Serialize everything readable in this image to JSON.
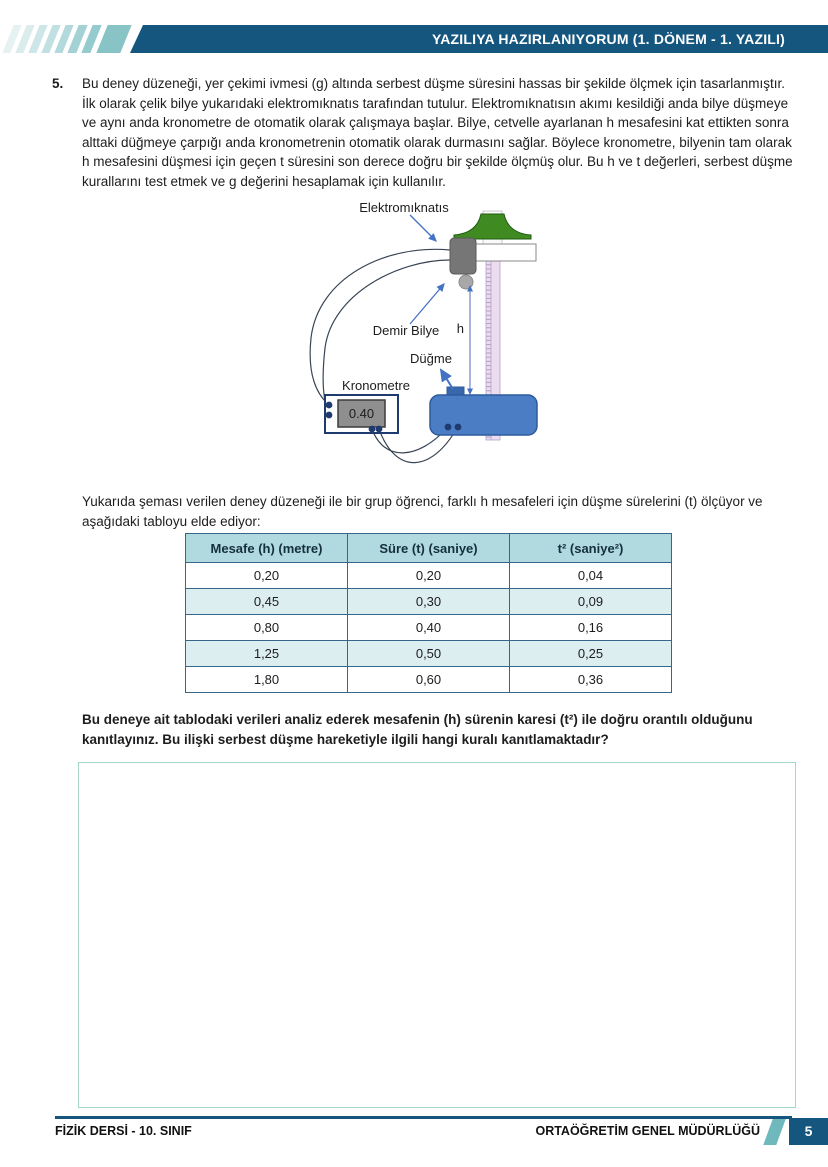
{
  "header": {
    "title": "YAZILIYA HAZIRLANIYORUM (1. DÖNEM - 1. YAZILI)"
  },
  "question": {
    "number": "5.",
    "text": "Bu deney düzeneği, yer çekimi ivmesi (g) altında serbest düşme süresini hassas bir şekilde ölçmek için tasarlanmıştır. İlk olarak çelik bilye yukarıdaki elektromıknatıs tarafından tutulur. Elektromıknatısın akımı kesildiği anda bilye düşmeye ve aynı anda kronometre de otomatik olarak çalışmaya başlar. Bilye, cetvelle ayarlanan h mesafesini kat ettikten sonra alttaki düğmeye çarpığı anda kronometrenin otomatik olarak durmasını sağlar. Böylece kronometre, bilyenin tam olarak h mesafesini düşmesi için geçen t süresini son derece doğru bir şekilde ölçmüş olur. Bu h ve t değerleri, serbest düşme kurallarını test etmek ve g değerini hesaplamak için kullanılır."
  },
  "diagram": {
    "labels": {
      "electromagnet": "Elektromıknatıs",
      "ball": "Demir Bilye",
      "button": "Düğme",
      "stopwatch": "Kronometre",
      "height": "h"
    },
    "stopwatch_reading": "0.40"
  },
  "intro_text": "Yukarıda şeması verilen deney düzeneği ile bir grup öğrenci, farklı h mesafeleri için düşme sürelerini (t) ölçüyor ve aşağıdaki tabloyu elde ediyor:",
  "table": {
    "headers": [
      "Mesafe (h) (metre)",
      "Süre (t) (saniye)",
      "t² (saniye²)"
    ],
    "rows": [
      [
        "0,20",
        "0,20",
        "0,04"
      ],
      [
        "0,45",
        "0,30",
        "0,09"
      ],
      [
        "0,80",
        "0,40",
        "0,16"
      ],
      [
        "1,25",
        "0,50",
        "0,25"
      ],
      [
        "1,80",
        "0,60",
        "0,36"
      ]
    ]
  },
  "task_text": "Bu deneye ait tablodaki verileri analiz ederek mesafenin (h) sürenin karesi (t²) ile doğru orantılı olduğunu kanıtlayınız. Bu ilişki serbest düşme hareketiyle ilgili hangi kuralı kanıtlamaktadır?",
  "footer": {
    "left": "FİZİK DERSİ - 10. SINIF",
    "right": "ORTAÖĞRETİM GENEL MÜDÜRLÜĞÜ",
    "page_number": "5"
  },
  "colors": {
    "header_blue": "#15567f",
    "stripe_teal": "#88c3c6",
    "table_header_bg": "#b0d9e0",
    "table_alt_row_bg": "#ddeef1",
    "table_border": "#34678a",
    "answer_box_border": "#a5d8c5",
    "base_blue": "#4a7dc4",
    "arrow_blue": "#4472c4"
  }
}
